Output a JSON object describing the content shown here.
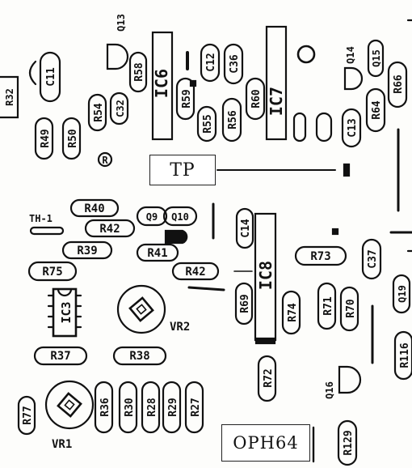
{
  "diagram": {
    "tp_label": "TP",
    "model_label": "OPH64",
    "ic_labels": {
      "ic6": "IC6",
      "ic7": "IC7",
      "ic8": "IC8",
      "ic3": "IC3"
    },
    "q_labels": {
      "q13": "Q13",
      "q14": "Q14",
      "q15": "Q15",
      "q9": "Q9",
      "q10": "Q10",
      "q16": "Q16",
      "q19": "Q19"
    },
    "vr_labels": {
      "vr1": "VR1",
      "vr2": "VR2"
    },
    "th_label": "TH-1",
    "misc_label": "R",
    "resistors": {
      "r58": "R58",
      "r59": "R59",
      "r60": "R60",
      "r56": "R56",
      "r55": "R55",
      "r64": "R64",
      "r66": "R66",
      "r54": "R54",
      "r49": "R49",
      "r50": "R50",
      "r40": "R40",
      "r42a": "R42",
      "r39": "R39",
      "r41": "R41",
      "r42b": "R42",
      "r75": "R75",
      "r73": "R73",
      "r69": "R69",
      "r74": "R74",
      "r71": "R71",
      "r70": "R70",
      "r72": "R72",
      "r37": "R37",
      "r38": "R38",
      "r36": "R36",
      "r30": "R30",
      "r28": "R28",
      "r29": "R29",
      "r27": "R27",
      "r116": "R116",
      "r129": "R129",
      "r77": "R77",
      "r32": "R32"
    },
    "capacitors": {
      "c11": "C11",
      "c12": "C12",
      "c36": "C36",
      "c13": "C13",
      "c14": "C14",
      "c37": "C37",
      "c32": "C32"
    }
  }
}
